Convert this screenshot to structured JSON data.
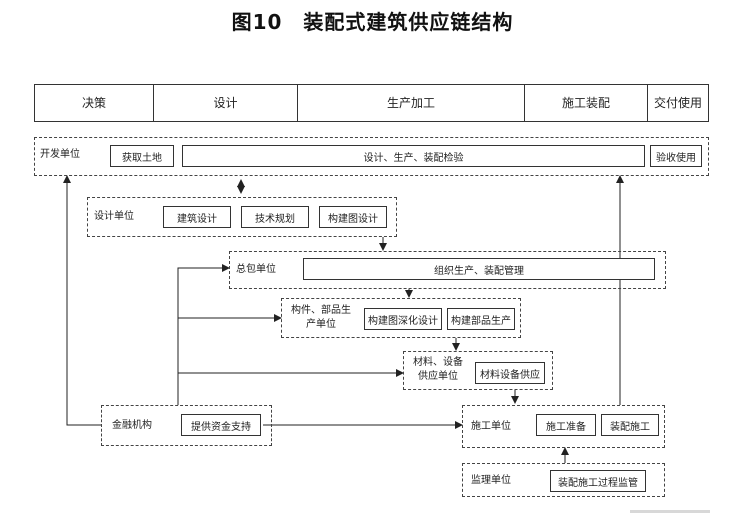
{
  "title": "图10　装配式建筑供应链结构",
  "phases": [
    "决策",
    "设计",
    "生产加工",
    "施工装配",
    "交付使用"
  ],
  "groups": {
    "developer": {
      "label": "开发单位",
      "boxes": [
        "获取土地",
        "设计、生产、装配检验",
        "验收使用"
      ]
    },
    "designer": {
      "label": "设计单位",
      "boxes": [
        "建筑设计",
        "技术规划",
        "构建图设计"
      ]
    },
    "general_contractor": {
      "label": "总包单位",
      "boxes": [
        "组织生产、装配管理"
      ]
    },
    "components": {
      "label_line1": "构件、部品生",
      "label_line2": "产单位",
      "boxes": [
        "构建图深化设计",
        "构建部品生产"
      ]
    },
    "materials": {
      "label_line1": "材料、设备",
      "label_line2": "供应单位",
      "boxes": [
        "材料设备供应"
      ]
    },
    "finance": {
      "label": "金融机构",
      "boxes": [
        "提供资金支持"
      ]
    },
    "construction": {
      "label": "施工单位",
      "boxes": [
        "施工准备",
        "装配施工"
      ]
    },
    "supervision": {
      "label": "监理单位",
      "boxes": [
        "装配施工过程监管"
      ]
    }
  }
}
